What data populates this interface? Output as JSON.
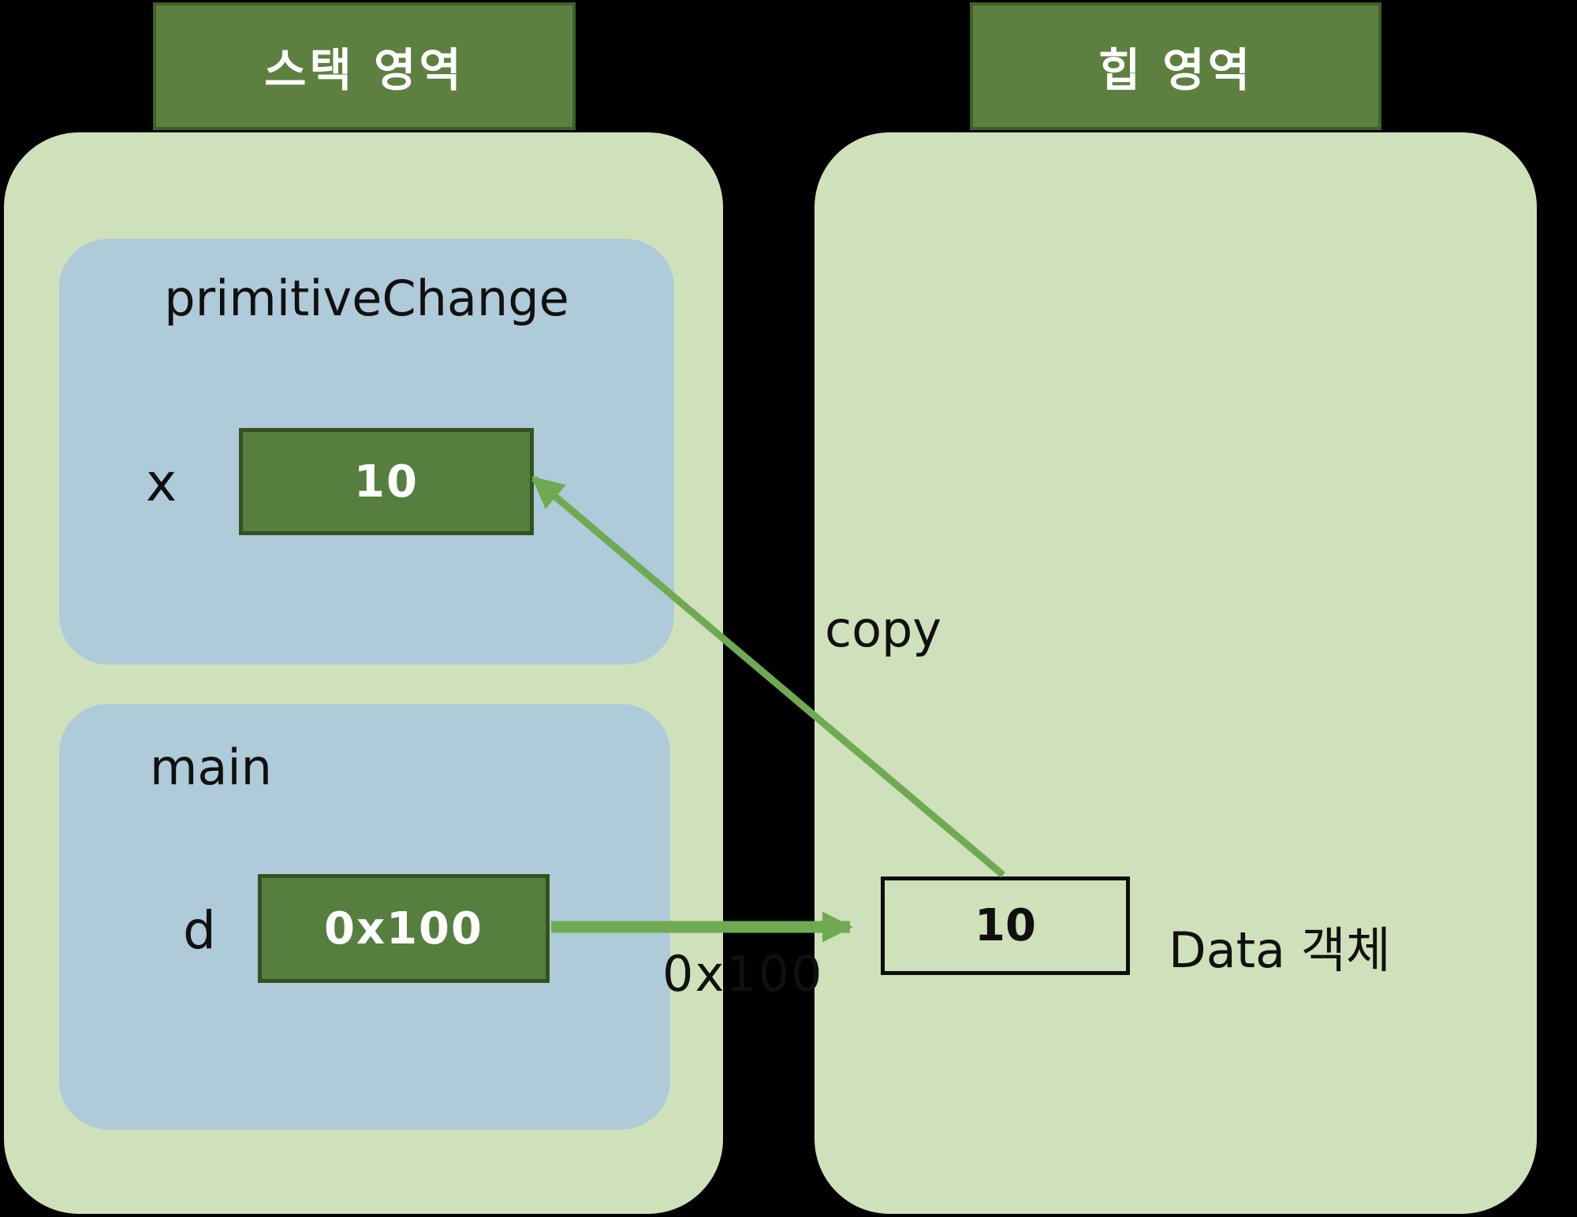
{
  "stack": {
    "title": "스택 영역",
    "frames": [
      {
        "name": "primitiveChange",
        "variables": [
          {
            "name": "x",
            "value": "10"
          }
        ]
      },
      {
        "name": "main",
        "variables": [
          {
            "name": "d",
            "value": "0x100"
          }
        ]
      }
    ]
  },
  "heap": {
    "title": "힙 영역",
    "object": {
      "value": "10",
      "label": "Data 객체"
    }
  },
  "annotations": {
    "copy_label": "copy",
    "address_label": "0x100"
  },
  "colors": {
    "background": "#000000",
    "panel_green": "#cfe1ba",
    "frame_blue": "#afcad8",
    "header_green": "#5d8040",
    "header_border": "#40602a",
    "value_box_green": "#567e3e",
    "value_box_border": "#35511f",
    "arrow_green": "#6faa53",
    "text_dark": "#101010",
    "text_light": "#ffffff"
  }
}
